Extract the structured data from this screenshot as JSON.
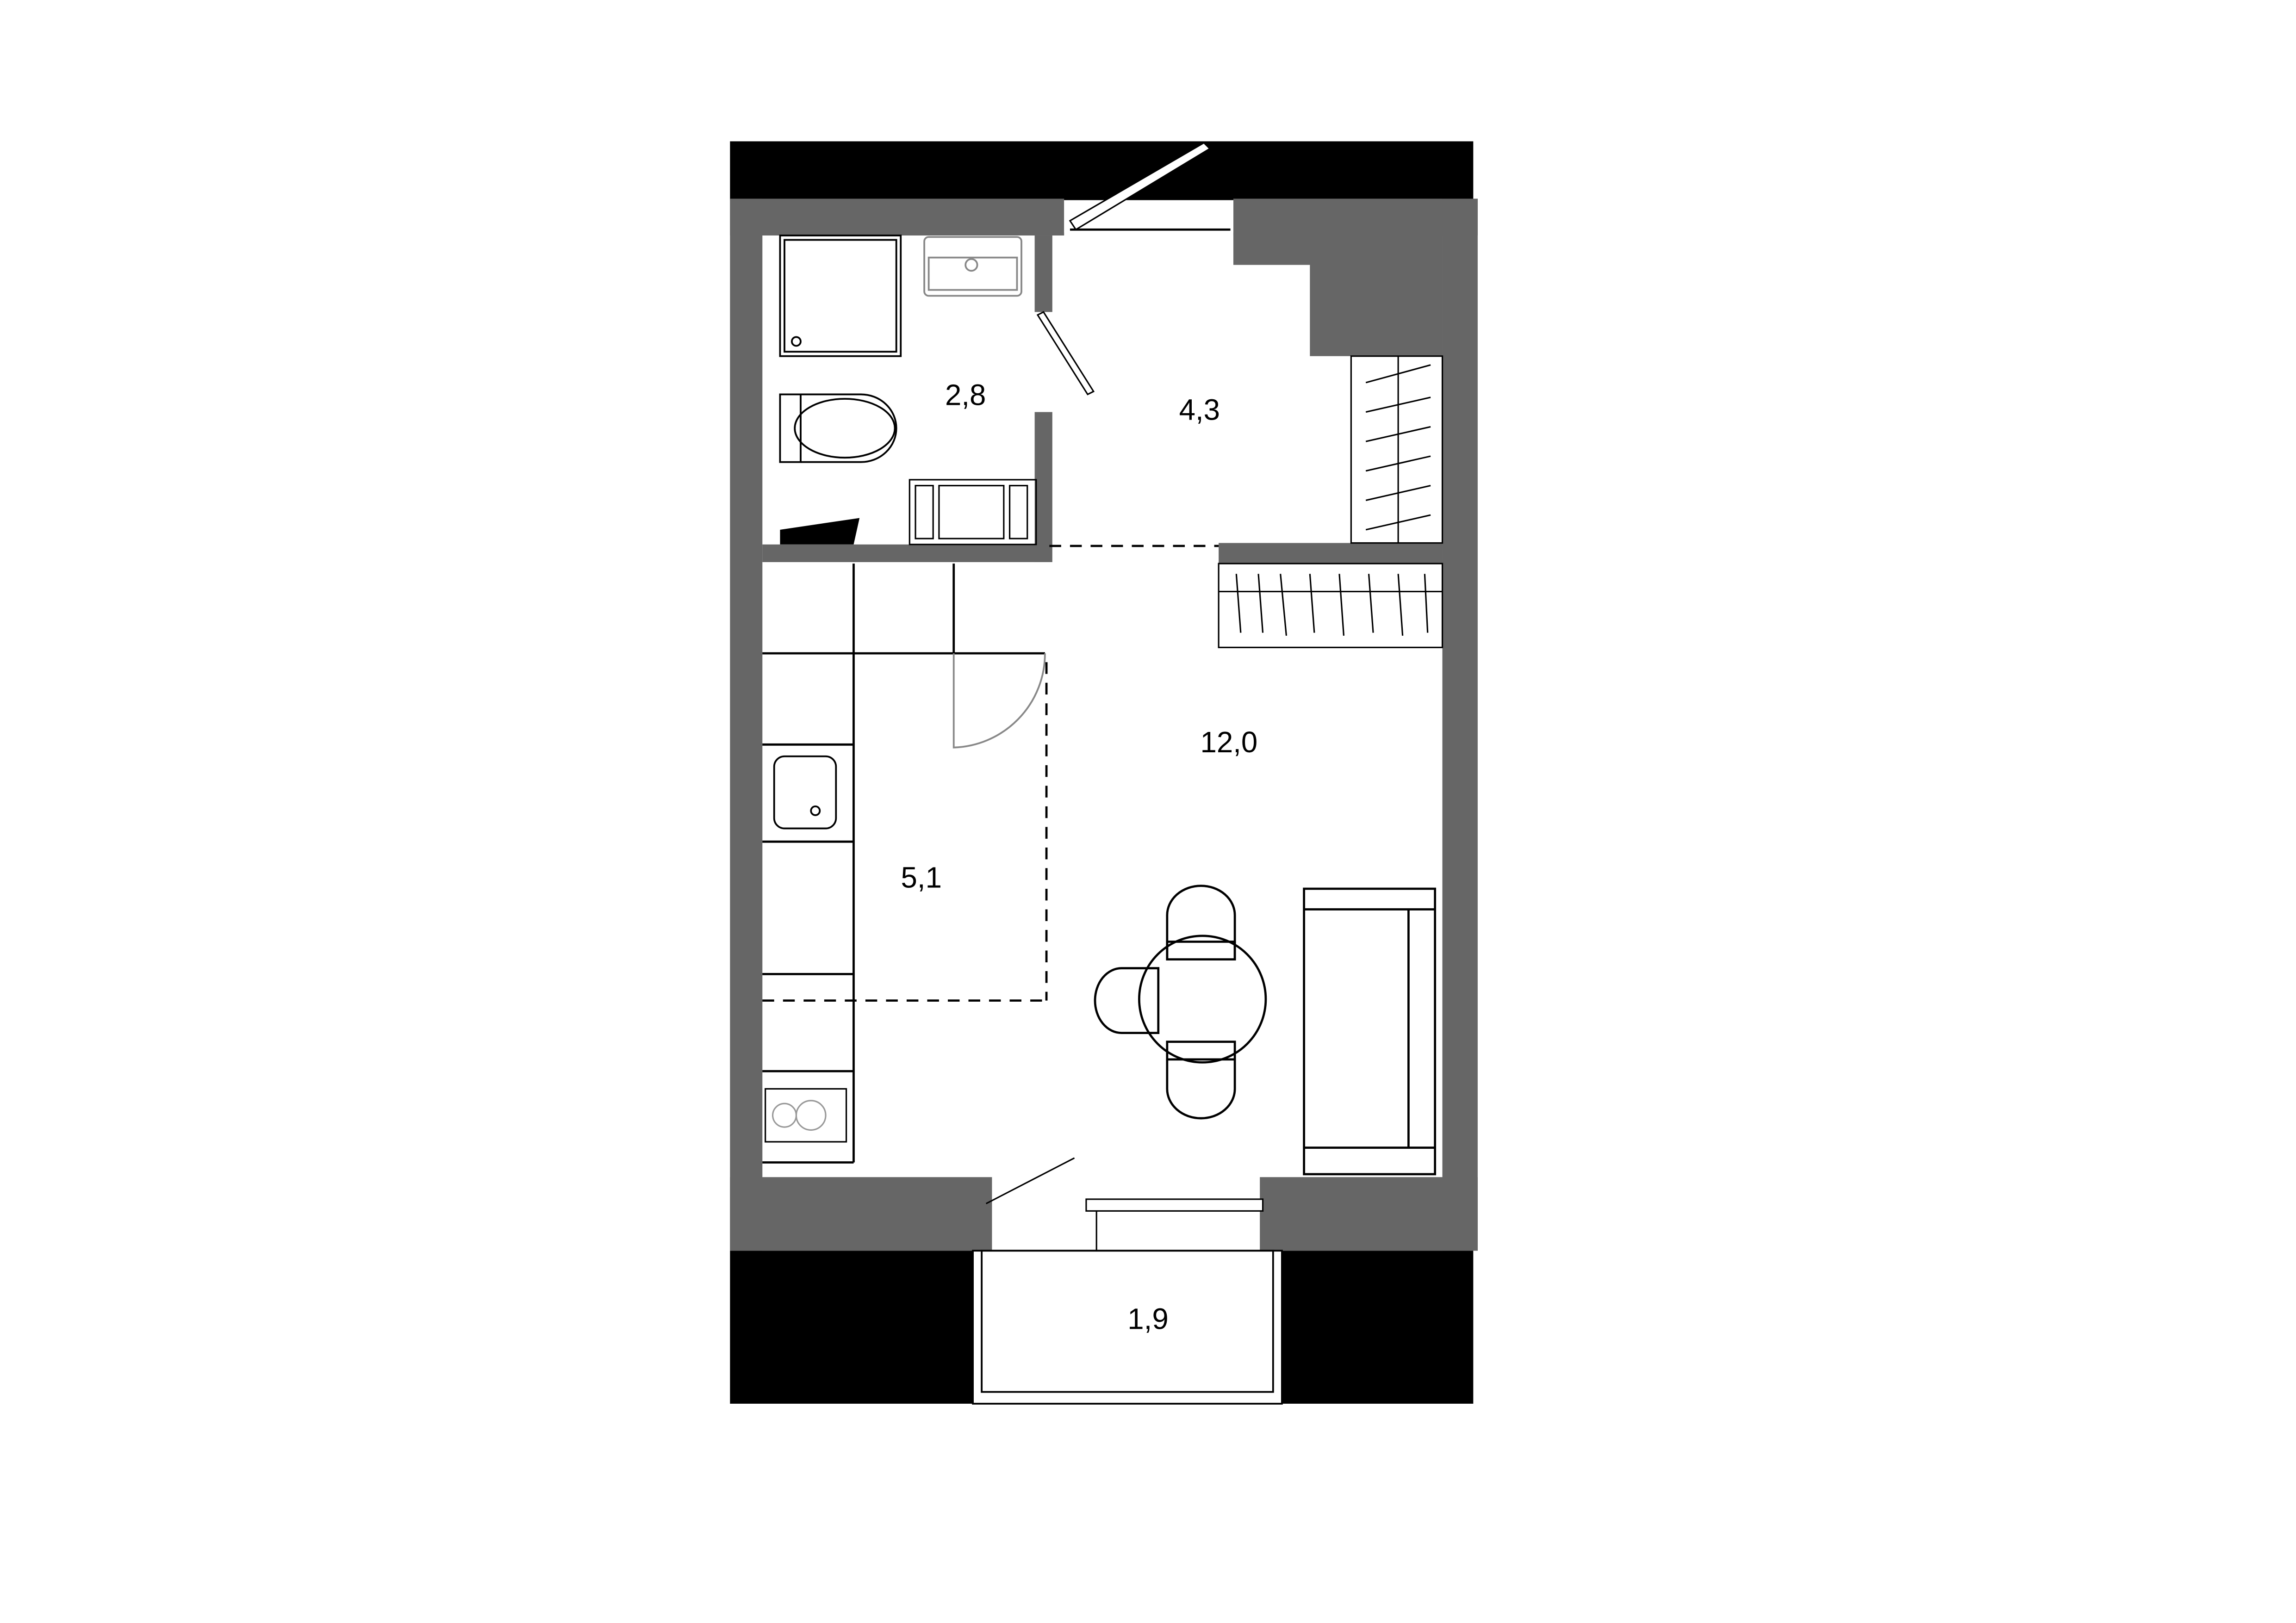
{
  "colors": {
    "wall": "#666666",
    "exterior": "#000000",
    "floor": "#ffffff",
    "line": "#000000",
    "fixture_gray": "#999999"
  },
  "rooms": [
    {
      "id": "bathroom",
      "area_label": "2,8"
    },
    {
      "id": "hallway",
      "area_label": "4,3"
    },
    {
      "id": "kitchen",
      "area_label": "5,1"
    },
    {
      "id": "living-room",
      "area_label": "12,0"
    },
    {
      "id": "balcony",
      "area_label": "1,9"
    }
  ]
}
